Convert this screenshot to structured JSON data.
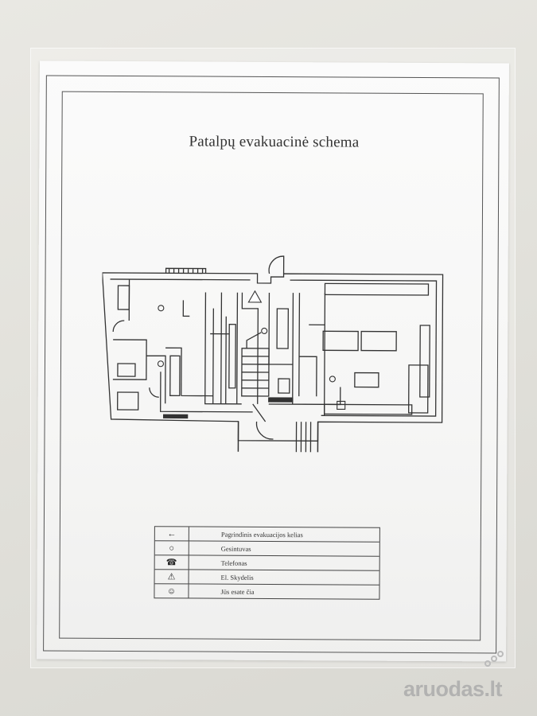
{
  "title": "Patalpų evakuacinė schema",
  "legend": [
    {
      "icon": "arrow-left-icon",
      "symbol": "←",
      "label": "Pagrindinis evakuacijos kelias"
    },
    {
      "icon": "circle-icon",
      "symbol": "○",
      "label": "Gesintuvas"
    },
    {
      "icon": "phone-icon",
      "symbol": "☎",
      "label": "Telefonas"
    },
    {
      "icon": "warning-icon",
      "symbol": "⚠",
      "label": "El. Skydelis"
    },
    {
      "icon": "you-are-here-icon",
      "symbol": "☺",
      "label": "Jūs esate čia"
    }
  ],
  "watermark": "aruodas.lt"
}
